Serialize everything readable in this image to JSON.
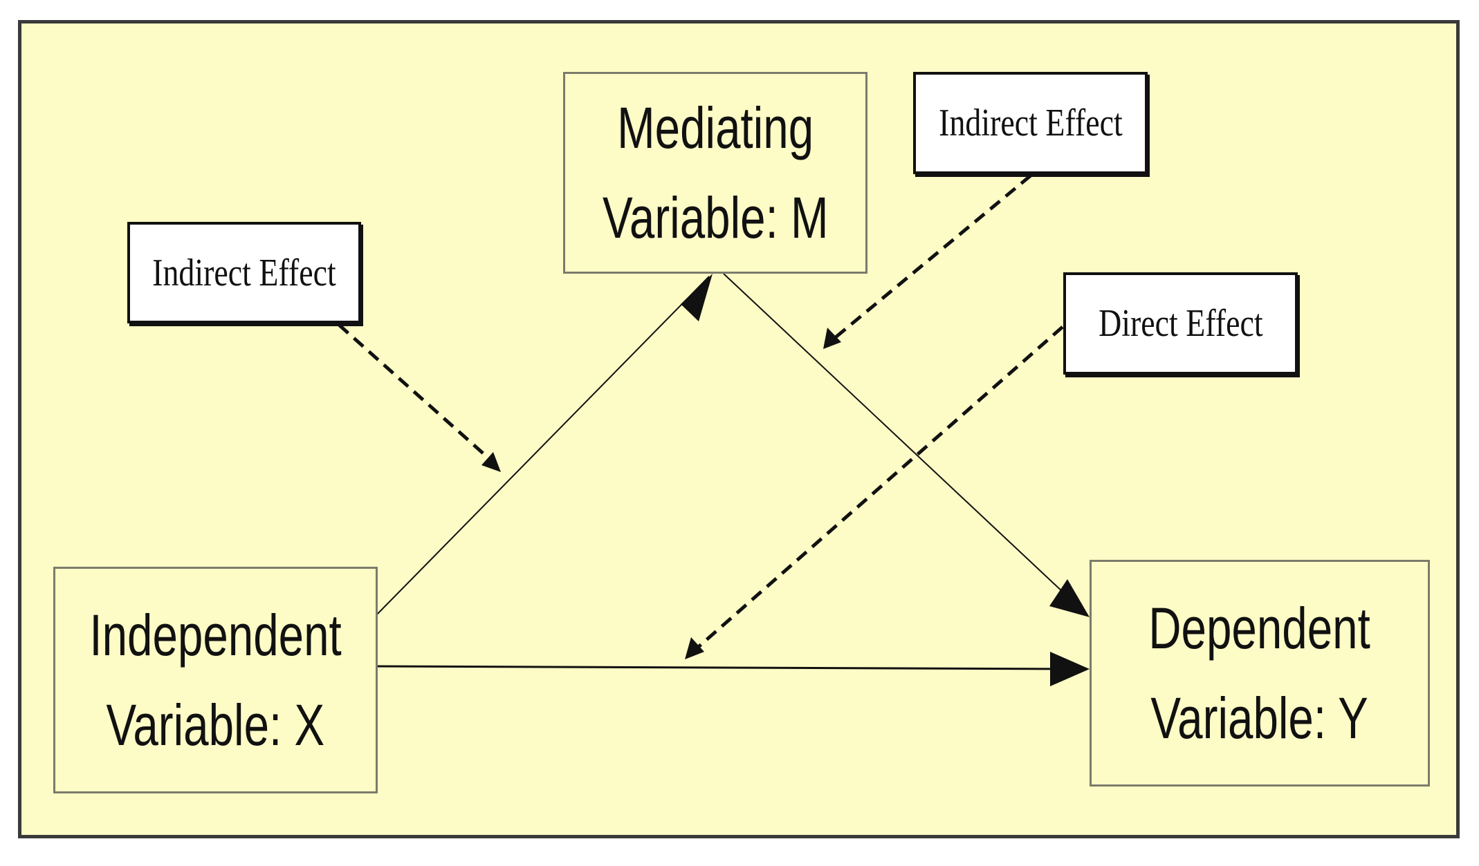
{
  "nodes": {
    "mediator": {
      "line1": "Mediating",
      "line2": "Variable: M"
    },
    "independent": {
      "line1": "Independent",
      "line2": "Variable: X"
    },
    "dependent": {
      "line1": "Dependent",
      "line2": "Variable: Y"
    }
  },
  "labels": {
    "indirect_left": "Indirect Effect",
    "indirect_right": "Indirect Effect",
    "direct": "Direct Effect"
  },
  "colors": {
    "background": "#fdfbc6",
    "frame_border": "#3a3a3a",
    "node_border": "#7b7b6b",
    "label_background": "#ffffff",
    "line": "#111111"
  }
}
